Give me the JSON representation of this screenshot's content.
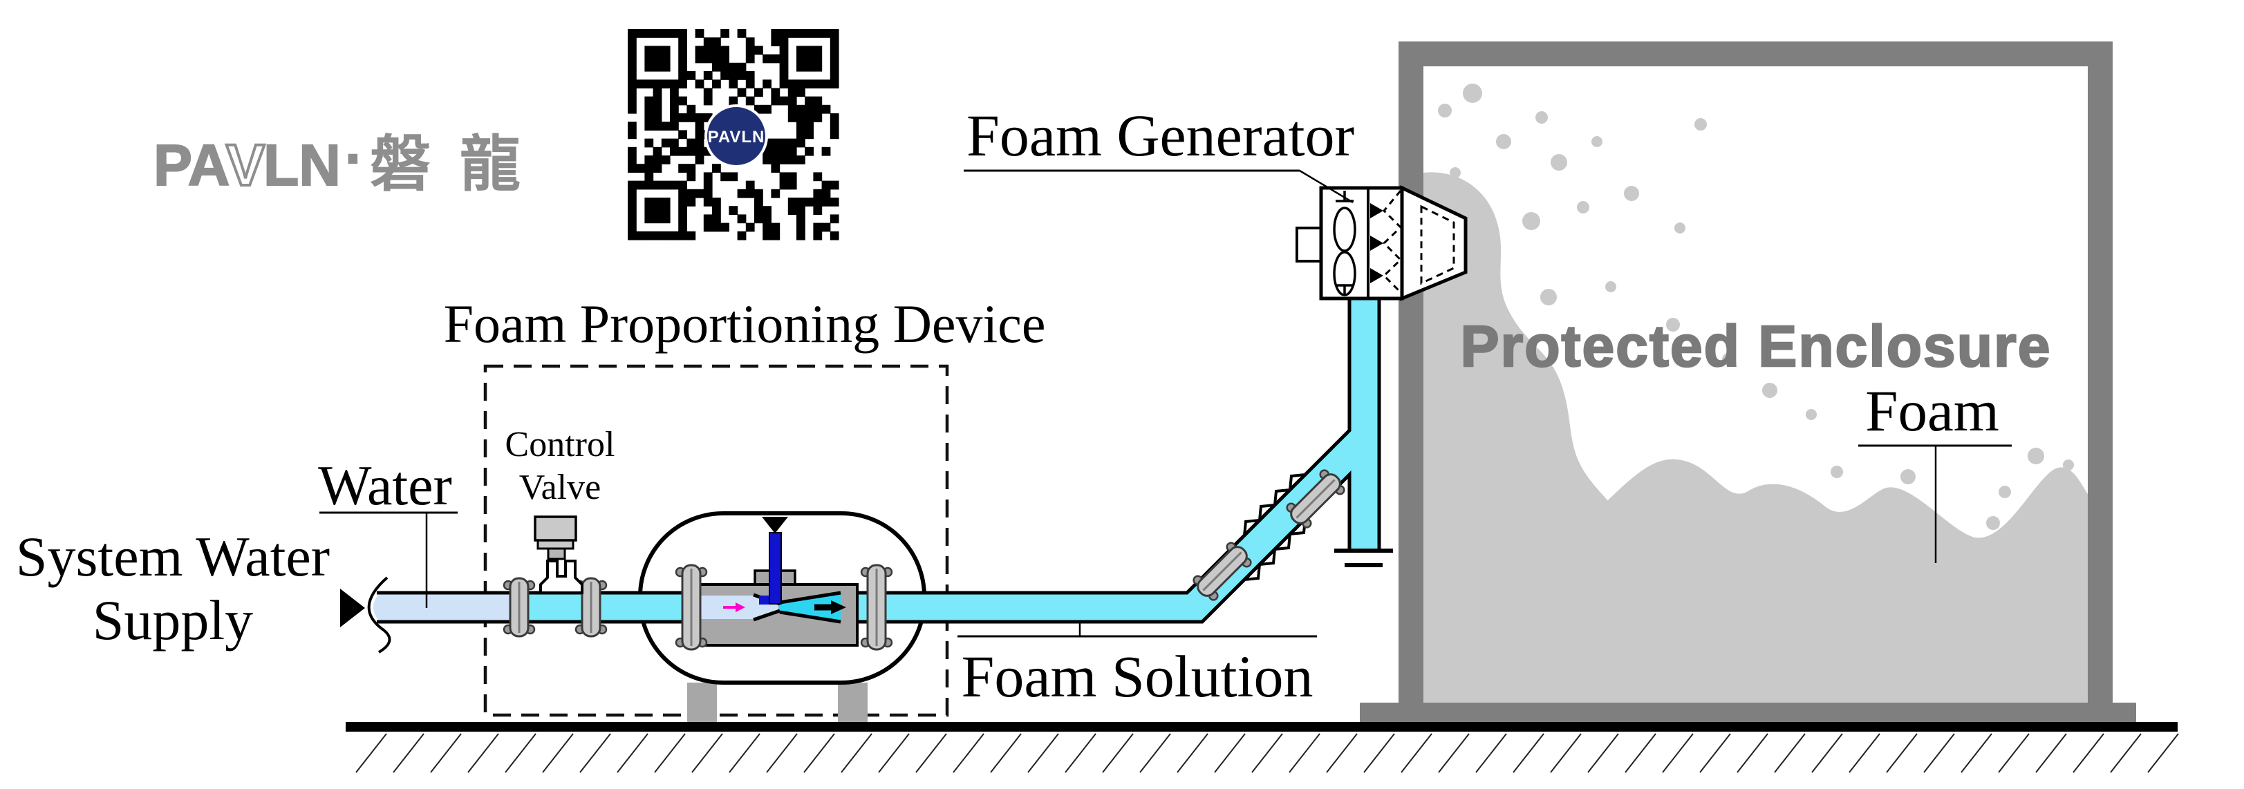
{
  "brand": {
    "name": "PAVLN",
    "name_parts": {
      "pa": "PA",
      "v": "V",
      "ln": "LN"
    },
    "separator": "·",
    "cjk": "磐龍",
    "qr_center": "PAVLN"
  },
  "labels": {
    "foam_generator": "Foam Generator",
    "foam_proportioning_device": "Foam Proportioning Device",
    "control_valve_line1": "Control",
    "control_valve_line2": "Valve",
    "water": "Water",
    "system_water_supply_line1": "System Water",
    "system_water_supply_line2": "Supply",
    "foam_solution": "Foam Solution",
    "protected_enclosure": "Protected Enclosure",
    "foam": "Foam"
  },
  "colors": {
    "water_pipe": "#cfe2f8",
    "foam_solution_pipe": "#7ce9fa",
    "venturi_outlet": "#2bd5f2",
    "concentrate_injector": "#1113cf",
    "metal_gray": "#a7a7a7",
    "flange_gray": "#c9c9c9",
    "wall_gray": "#7f7f7f",
    "foam_gray": "#c9c9c9",
    "enclosure_text": "#7a7a7a",
    "logo_gray": "#8e8e8e",
    "qr_logo_blue": "#203076",
    "arrow_magenta": "#ff00cc"
  }
}
